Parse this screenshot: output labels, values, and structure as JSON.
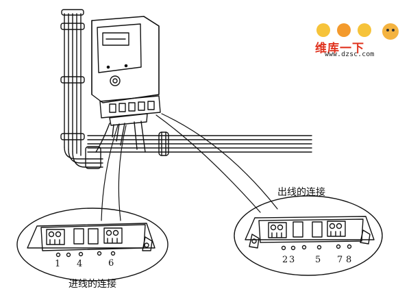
{
  "labels": {
    "outgoing_connection": "出线的连接",
    "incoming_connection": "进线的连接"
  },
  "incoming_terminals": [
    "1",
    "4",
    "6"
  ],
  "outgoing_terminals": [
    "2",
    "3",
    "5",
    "7",
    "8"
  ],
  "watermark": {
    "brand": "维库一下",
    "site": "www.dzsc.com"
  }
}
